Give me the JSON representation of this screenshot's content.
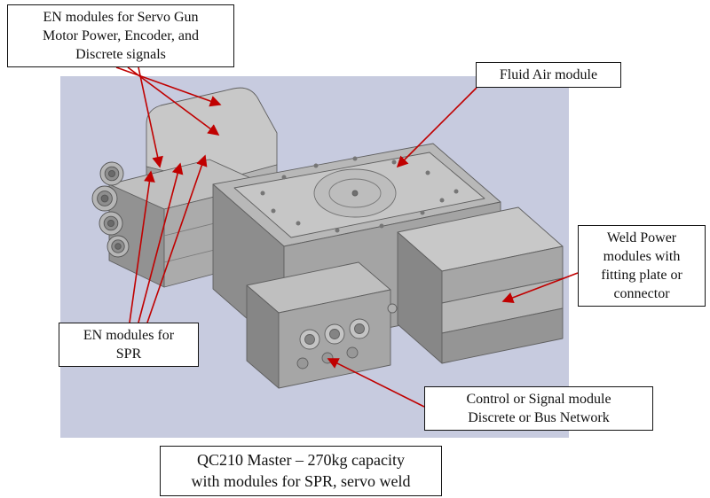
{
  "labels": {
    "en_servo": {
      "lines": [
        "EN modules for Servo Gun",
        "Motor Power, Encoder, and",
        "Discrete signals"
      ]
    },
    "fluid_air": {
      "lines": [
        "Fluid Air module"
      ]
    },
    "weld_power": {
      "lines": [
        "Weld Power",
        "modules with",
        "fitting plate or",
        "connector"
      ]
    },
    "en_spr": {
      "lines": [
        "EN modules for",
        "SPR"
      ]
    },
    "control_signal": {
      "lines": [
        "Control or Signal module",
        "Discrete or Bus Network"
      ]
    }
  },
  "caption": {
    "lines": [
      "QC210 Master – 270kg capacity",
      "with modules for SPR, servo weld"
    ]
  },
  "colors": {
    "leader_line": "#c00000",
    "render_background": "#c7cbdf",
    "label_border": "#141414",
    "label_background": "#ffffff",
    "machine_base_gray": "#b0b0b0"
  }
}
